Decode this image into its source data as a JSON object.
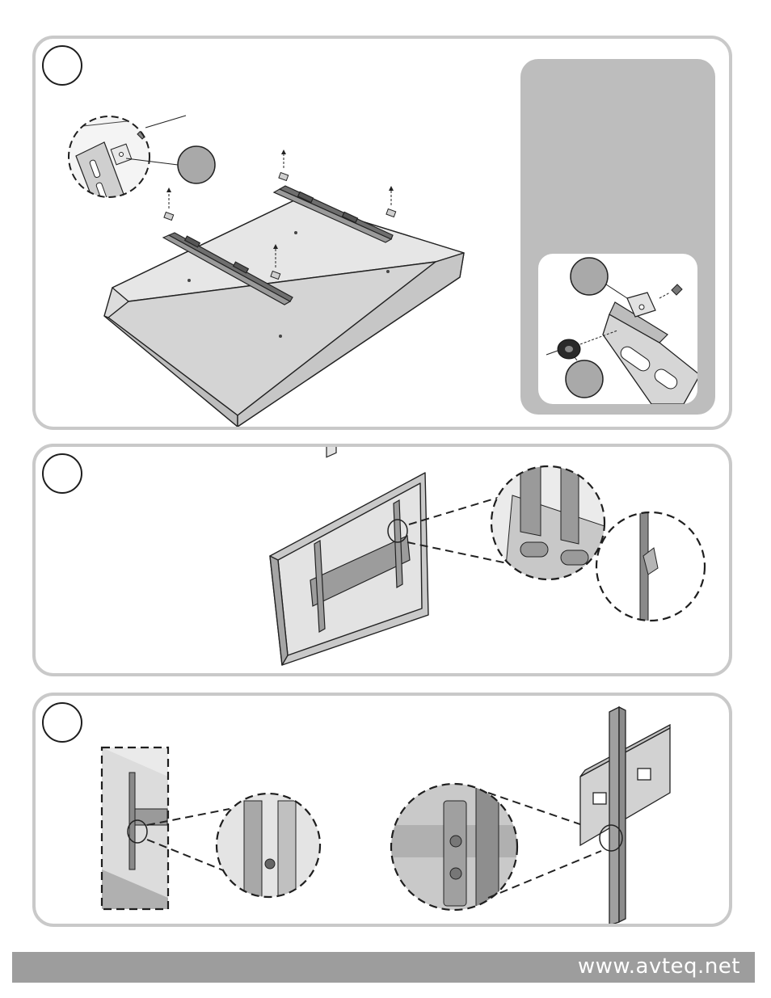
{
  "footer": {
    "website": "www.avteq.net"
  },
  "colors": {
    "panel_border": "#c9c9c9",
    "callout_fill": "#a9a9a9",
    "footer_bar": "#9d9d9d",
    "line": "#1e1e1e"
  },
  "steps": [
    {
      "id": "step-1",
      "number": ""
    },
    {
      "id": "step-2",
      "number": ""
    },
    {
      "id": "step-3",
      "number": ""
    }
  ]
}
